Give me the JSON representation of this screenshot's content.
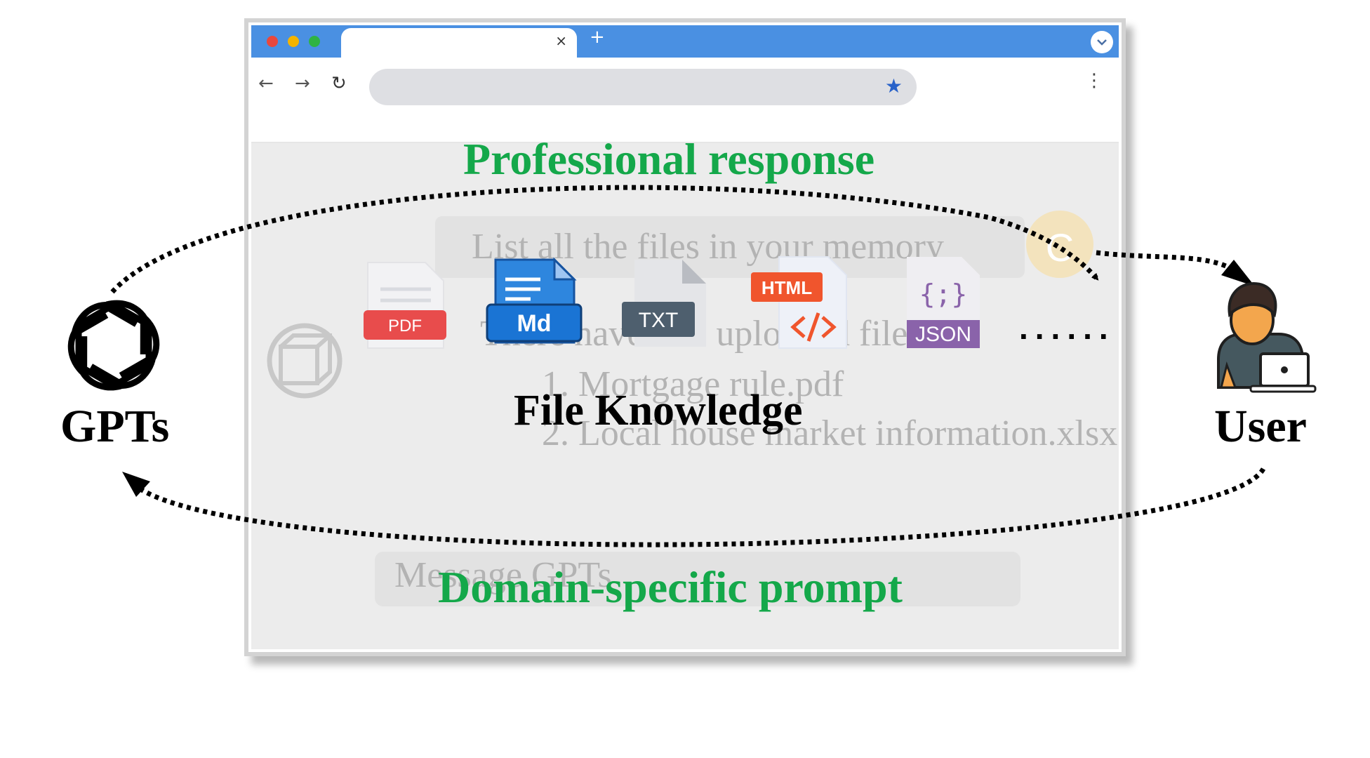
{
  "browser": {
    "tab_close": "×",
    "tab_new": "+",
    "tab_menu": "⌄",
    "nav_back": "←",
    "nav_forward": "→",
    "nav_reload": "↻",
    "bookmark": "★",
    "menu": "⋮",
    "window_dot_colors": [
      "#e9483d",
      "#f4b400",
      "#2fb344"
    ]
  },
  "chat": {
    "user_message": "List all the files in your memory",
    "user_avatar_letter": "C",
    "bot_reply_intro": "There have two uploaded files:",
    "bot_reply_item1": "1. Mortgage rule.pdf",
    "bot_reply_item2": "2. Local house market information.xlsx",
    "input_placeholder": "Message GPTs"
  },
  "labels": {
    "professional_response": "Professional response",
    "file_knowledge": "File Knowledge",
    "domain_prompt": "Domain-specific prompt",
    "gpts": "GPTs",
    "user": "User",
    "more": "......"
  },
  "file_types": [
    {
      "name": "PDF",
      "icon": "pdf-file-icon",
      "color": "#e84c4c"
    },
    {
      "name": "Md",
      "icon": "markdown-file-icon",
      "color": "#1a74d4"
    },
    {
      "name": "TXT",
      "icon": "txt-file-icon",
      "color": "#4e5f6e"
    },
    {
      "name": "HTML",
      "icon": "html-file-icon",
      "color": "#f0552d"
    },
    {
      "name": "JSON",
      "icon": "json-file-icon",
      "color": "#8a63aa"
    }
  ],
  "colors": {
    "accent_green": "#14a84a",
    "tabbar_blue": "#4a90e2",
    "faded_text": "#b3b3b3"
  }
}
